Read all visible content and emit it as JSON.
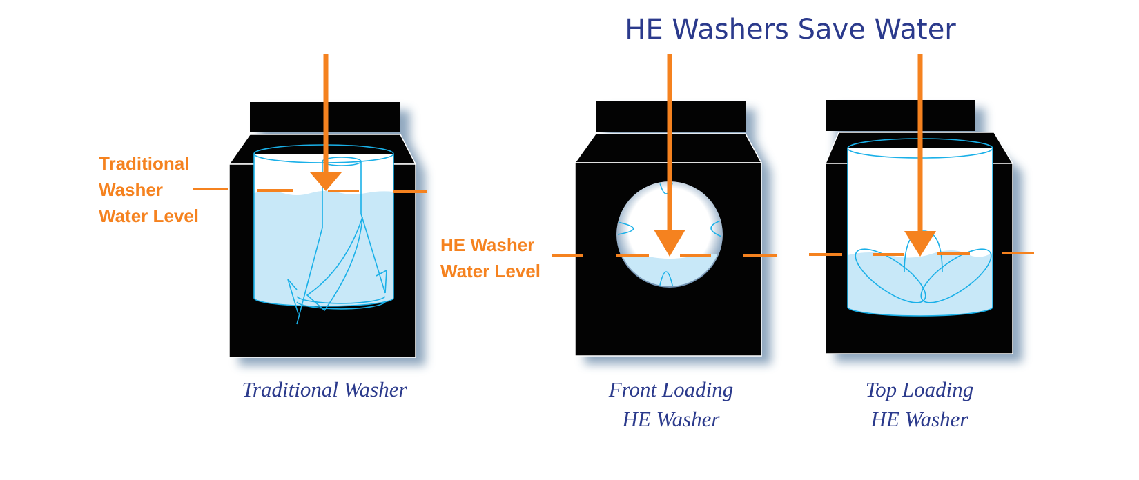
{
  "title": "HE Washers Save Water",
  "labels": {
    "traditional_level": [
      "Traditional",
      "Washer",
      "Water Level"
    ],
    "he_level": [
      "HE Washer",
      "Water Level"
    ]
  },
  "captions": {
    "traditional": [
      "Traditional Washer"
    ],
    "front": [
      "Front Loading",
      "HE Washer"
    ],
    "top": [
      "Top Loading",
      "HE Washer"
    ]
  },
  "colors": {
    "accent": "#f5821f",
    "water": "#c8e8f8",
    "outline": "#1ab0e8",
    "title": "#2b3a8c",
    "body": "#030303"
  }
}
